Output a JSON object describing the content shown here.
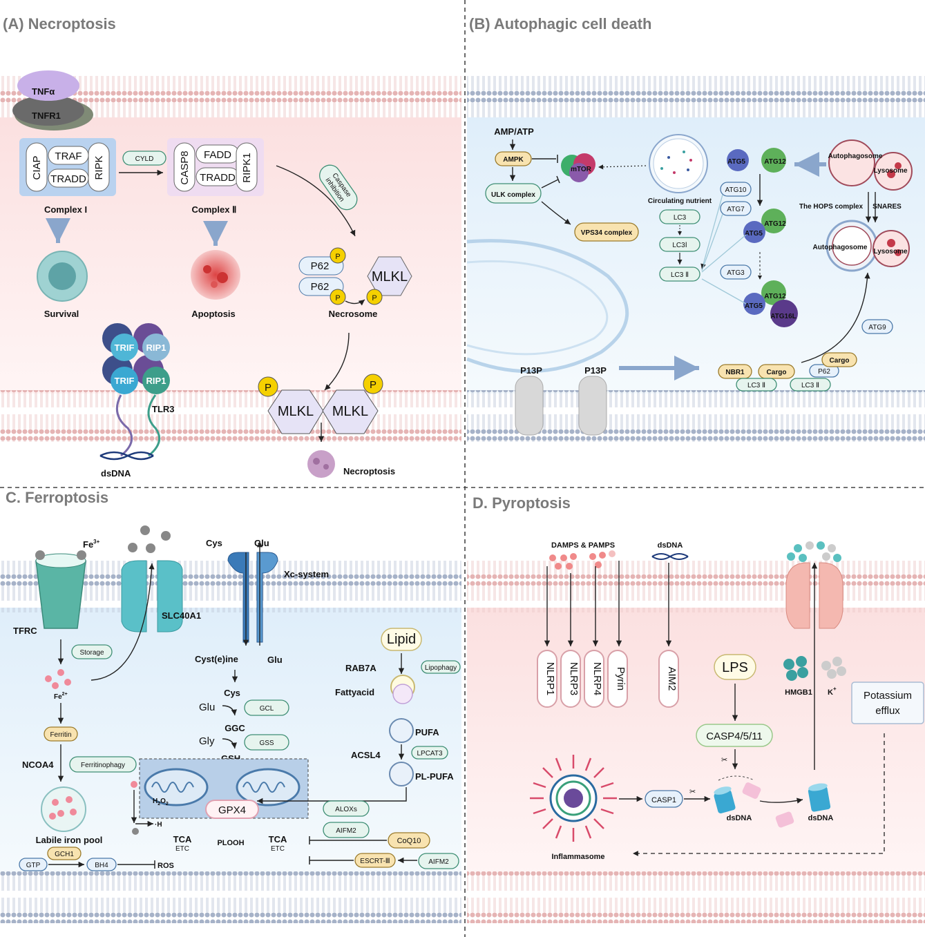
{
  "panels": {
    "a": {
      "title": "(A) Necroptosis",
      "tnfa": "TNFα",
      "tnfr1": "TNFR1",
      "ciap": "CIAP",
      "traf": "TRAF",
      "tradd": "TRADD",
      "ripk": "RIPK",
      "cyld": "CYLD",
      "casp8": "CASP8",
      "fadd": "FADD",
      "tradd2": "TRADD",
      "ripk1": "RIPK1",
      "complex1": "Complex I",
      "complex2": "Complex Ⅱ",
      "caspase_inhibition": [
        "Caspase",
        "inhibition"
      ],
      "survival": "Survival",
      "apoptosis": "Apoptosis",
      "p62": "P62",
      "p": "P",
      "mlkl": "MLKL",
      "necrosome": "Necrosome",
      "trif": "TRIF",
      "rip1": "RIP1",
      "tlr3": "TLR3",
      "dsdna": "dsDNA",
      "necroptosis": "Necroptosis"
    },
    "b": {
      "title": "(B) Autophagic cell death",
      "amp_atp": "AMP/ATP",
      "ampk": "AMPK",
      "mtor": "mTOR",
      "ulk": "ULK complex",
      "vps34": "VPS34 complex",
      "circulating": "Circulating nutrient",
      "atg5": "ATG5",
      "atg12": "ATG12",
      "atg10": "ATG10",
      "atg7": "ATG7",
      "atg3": "ATG3",
      "atg16l": "ATG16L",
      "atg9": "ATG9",
      "lc3": "LC3",
      "lc31": "LC3Ⅰ",
      "lc32": "LC3 Ⅱ",
      "autophagosome": "Autophagosome",
      "lysosome": "Lysosome",
      "hops": "The HOPS complex",
      "snares": "SNARES",
      "p13p": "P13P",
      "nbr1": "NBR1",
      "cargo": "Cargo",
      "p62": "P62"
    },
    "c": {
      "title": "C. Ferroptosis",
      "fe3": "Fe",
      "fe3_sup": "3+",
      "fe2": "Fe",
      "fe2_sup": "2+",
      "tfrc": "TFRC",
      "slc40a1": "SLC40A1",
      "cys": "Cys",
      "glu": "Glu",
      "xc": "Xc-system",
      "cysteine": "Cyst(e)ine",
      "glu2": "Glu",
      "storage": "Storage",
      "ferritin": "Ferritin",
      "ncoa4": "NCOA4",
      "ferritinophagy": "Ferritinophagy",
      "labile": "Labile iron pool",
      "cys2": "Cys",
      "gcl": "GCL",
      "ggc": "GGC",
      "gly": "Gly",
      "gss": "GSS",
      "gsh": "GSH",
      "lipid": "Lipid",
      "rab7a": "RAB7A",
      "lipophagy": "Lipophagy",
      "fattyacid": "Fattyacid",
      "pufa": "PUFA",
      "acsl4": "ACSL4",
      "lpcat3": "LPCAT3",
      "plpufa": "PL-PUFA",
      "h2o2": "H",
      "h2o2_sub1": "2",
      "h2o2_o": "O",
      "h2o2_sub2": "2",
      "gpx4": "GPX4",
      "oh": "·H",
      "alox": "ALOXs",
      "aifm2": "AIFM2",
      "coq10": "CoQ10",
      "escrt": "ESCRT-Ⅲ",
      "tca": "TCA",
      "etc": "ETC",
      "plooh": "PLOOH",
      "gtp": "GTP",
      "gch1": "GCH1",
      "bh4": "BH4",
      "ros": "ROS"
    },
    "d": {
      "title": "D. Pyroptosis",
      "damps": "DAMPS & PAMPS",
      "dsdna": "dsDNA",
      "sensors": [
        "NLRP1",
        "NLRP3",
        "NLRP4",
        "Pyrin"
      ],
      "aim2": "AIM2",
      "lps": "LPS",
      "casp4": "CASP4/5/11",
      "hmgb1": "HMGB1",
      "k": "K",
      "k_sup": "+",
      "potassium": [
        "Potassium",
        "efflux"
      ],
      "casp1": "CASP1",
      "dsdna2": "dsDNA",
      "dsdna3": "dsDNA",
      "inflammasome": "Inflammasome"
    }
  }
}
